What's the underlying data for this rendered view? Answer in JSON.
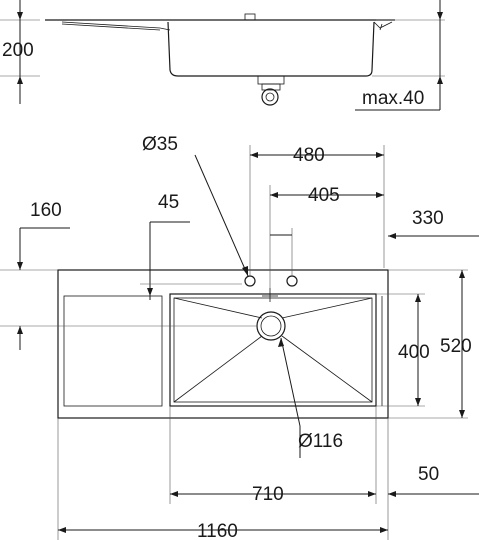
{
  "side_view": {
    "depth_label": "200",
    "drain_label": "max.40"
  },
  "top_view": {
    "tap_hole_diameter": "Ø35",
    "tap_hole_offset": "480",
    "tap_hole_offset_2": "405",
    "right_offset": "330",
    "left_offset": "160",
    "drainer_offset": "45",
    "bowl_depth": "400",
    "overall_depth": "520",
    "waste_diameter": "Ø116",
    "bowl_width": "710",
    "right_rim": "50",
    "overall_width": "1160"
  }
}
